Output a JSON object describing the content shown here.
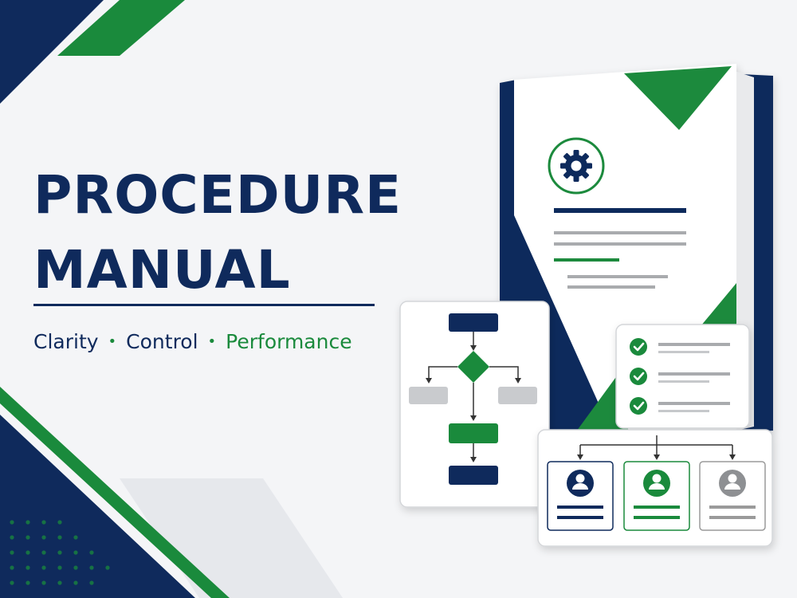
{
  "title": {
    "line1": "PROCEDURE",
    "line2": "MANUAL"
  },
  "tagline": {
    "words": [
      "Clarity",
      "Control",
      "Performance"
    ],
    "separator": "•"
  },
  "colors": {
    "navy": "#0f2a5c",
    "green": "#1a8a3c",
    "gray": "#9a9a9a",
    "light_gray": "#cfd2d6",
    "background": "#f4f5f7"
  },
  "icons": [
    "gear-icon",
    "flowchart-icon",
    "checkmark-icon",
    "user-avatar-icon"
  ]
}
